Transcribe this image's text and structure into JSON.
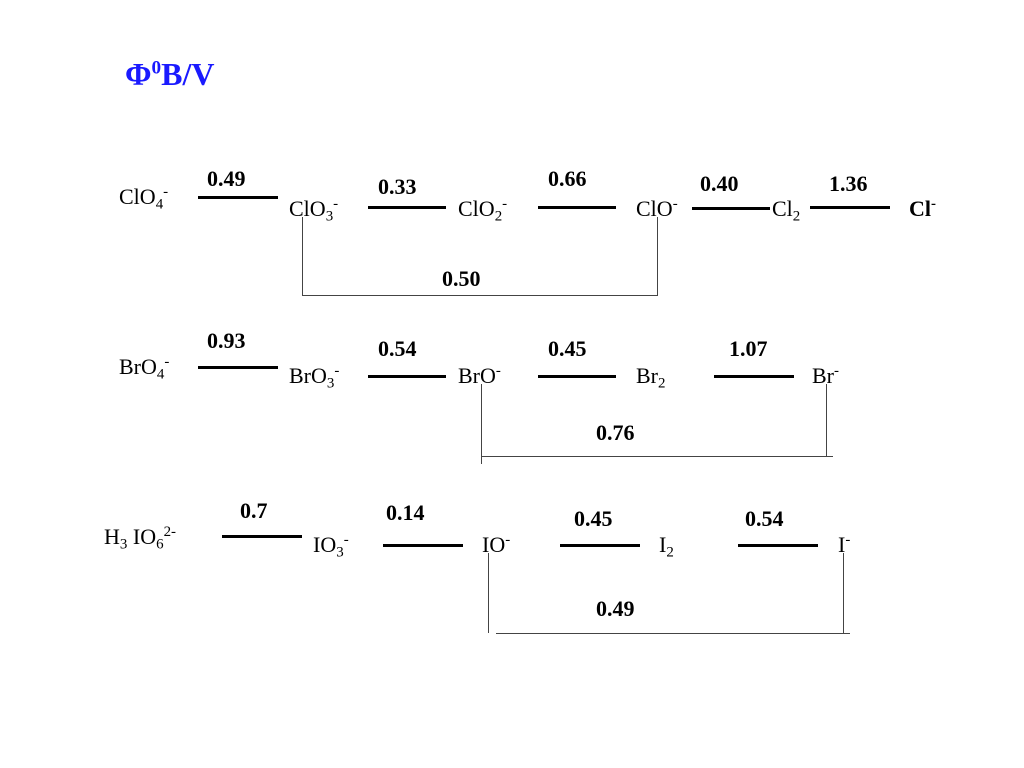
{
  "title": {
    "symbol": "Φ",
    "sup": "0",
    "unit": "B/V",
    "color": "#1a1aff"
  },
  "chlorine": {
    "s1": {
      "main": "ClO",
      "sub": "4",
      "sup": "-"
    },
    "s2": {
      "main": "ClO",
      "sub": "3",
      "sup": "-"
    },
    "s3": {
      "main": "ClO",
      "sub": "2",
      "sup": "-"
    },
    "s4": {
      "main": "ClO",
      "sup": "-"
    },
    "s5": {
      "main": "Cl",
      "sub": "2"
    },
    "s6": {
      "main": "Cl",
      "sup": "-"
    },
    "p1": "0.49",
    "p2": "0.33",
    "p3": "0.66",
    "p4": "0.40",
    "p5": "1.36",
    "bracket": "0.50"
  },
  "bromine": {
    "s1": {
      "main": "BrO",
      "sub": "4",
      "sup": "-"
    },
    "s2": {
      "main": "BrO",
      "sub": "3",
      "sup": "-"
    },
    "s3": {
      "main": "BrO",
      "sup": "-"
    },
    "s4": {
      "main": "Br",
      "sub": "2"
    },
    "s5": {
      "main": "Br",
      "sup": "-"
    },
    "p1": "0.93",
    "p2": "0.54",
    "p3": "0.45",
    "p4": "1.07",
    "bracket": "0.76"
  },
  "iodine": {
    "s1": {
      "pre": "H",
      "presub": "3",
      "main": " IO",
      "sub": "6",
      "sup": "2-"
    },
    "s2": {
      "main": "IO",
      "sub": "3",
      "sup": "-"
    },
    "s3": {
      "main": "IO",
      "sup": "-"
    },
    "s4": {
      "main": "I",
      "sub": "2"
    },
    "s5": {
      "main": "I",
      "sup": "-"
    },
    "p1": "0.7",
    "p2": "0.14",
    "p3": "0.45",
    "p4": "0.54",
    "bracket": "0.49"
  }
}
